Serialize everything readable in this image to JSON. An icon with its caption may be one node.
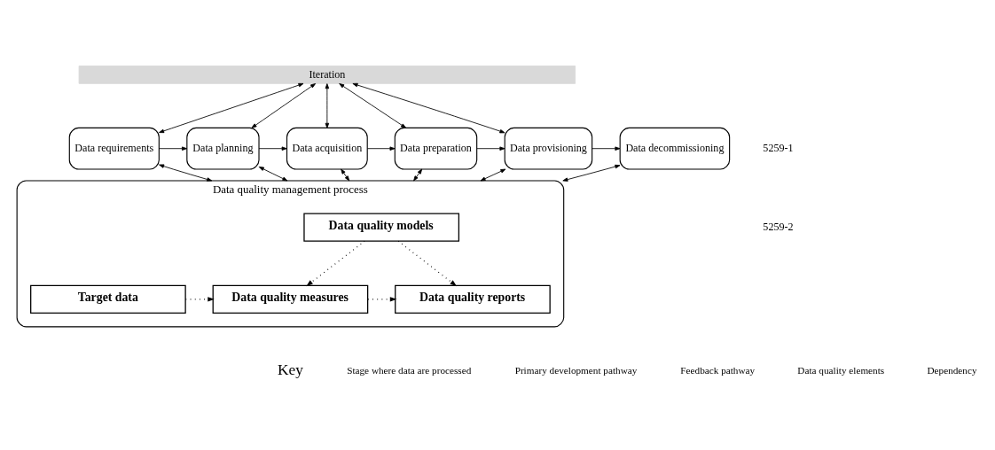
{
  "diagram": {
    "nodes": [
      {
        "text": [
          "Iteration"
        ]
      },
      {
        "text": [
          "Data requirements"
        ]
      },
      {
        "text": [
          "Data planning"
        ]
      },
      {
        "text": [
          "Data acquisition"
        ]
      },
      {
        "text": [
          "Data preparation"
        ]
      },
      {
        "text": [
          "Data provisioning"
        ]
      },
      {
        "text": [
          "Data decommissioning"
        ]
      },
      {
        "text": [
          "Data quality management process"
        ]
      },
      {
        "text": [
          "Data quality models"
        ],
        "in": 7
      },
      {
        "text": [
          "Data quality reports"
        ],
        "in": 7
      },
      {
        "text": [
          "Target data"
        ],
        "in": 7
      },
      {
        "text": [
          "Data quality measures"
        ],
        "in": 7
      }
    ],
    "edges": [
      {
        "from": 0,
        "to": 1,
        "arrow": "both"
      },
      {
        "from": 0,
        "to": 2,
        "arrow": "both"
      },
      {
        "from": 0,
        "to": 3,
        "arrow": "both"
      },
      {
        "from": 0,
        "to": 4,
        "arrow": "both"
      },
      {
        "from": 0,
        "to": 5,
        "arrow": "both"
      },
      {
        "from": 1,
        "to": 2,
        "arrow": "to"
      },
      {
        "from": 2,
        "to": 3,
        "arrow": "to"
      },
      {
        "from": 3,
        "to": 4,
        "arrow": "to"
      },
      {
        "from": 4,
        "to": 5,
        "arrow": "to"
      },
      {
        "from": 5,
        "to": 6,
        "arrow": "to"
      },
      {
        "from": 1,
        "to": 7,
        "arrow": "both"
      },
      {
        "from": 2,
        "to": 7,
        "arrow": "both"
      },
      {
        "from": 3,
        "to": 7,
        "arrow": "both"
      },
      {
        "from": 4,
        "to": 7,
        "arrow": "both"
      },
      {
        "from": 5,
        "to": 7,
        "arrow": "both"
      },
      {
        "from": 6,
        "to": 7,
        "arrow": "both"
      },
      {
        "from": 8,
        "to": 11,
        "arrow": "to",
        "style": "dashed"
      },
      {
        "from": 8,
        "to": 9,
        "arrow": "to",
        "style": "dashed"
      },
      {
        "from": 10,
        "to": 11,
        "arrow": "to",
        "style": "dashed"
      },
      {
        "from": 11,
        "to": 9,
        "arrow": "to",
        "style": "dashed"
      }
    ],
    "labels": [
      "5259-1",
      "5259-2",
      "Key"
    ],
    "legend": [
      {
        "text": "Stage where data are processed"
      },
      {
        "text": "Primary development pathway"
      },
      {
        "text": "Feedback pathway"
      },
      {
        "text": "Data quality elements"
      },
      {
        "text": "Dependency"
      }
    ]
  }
}
